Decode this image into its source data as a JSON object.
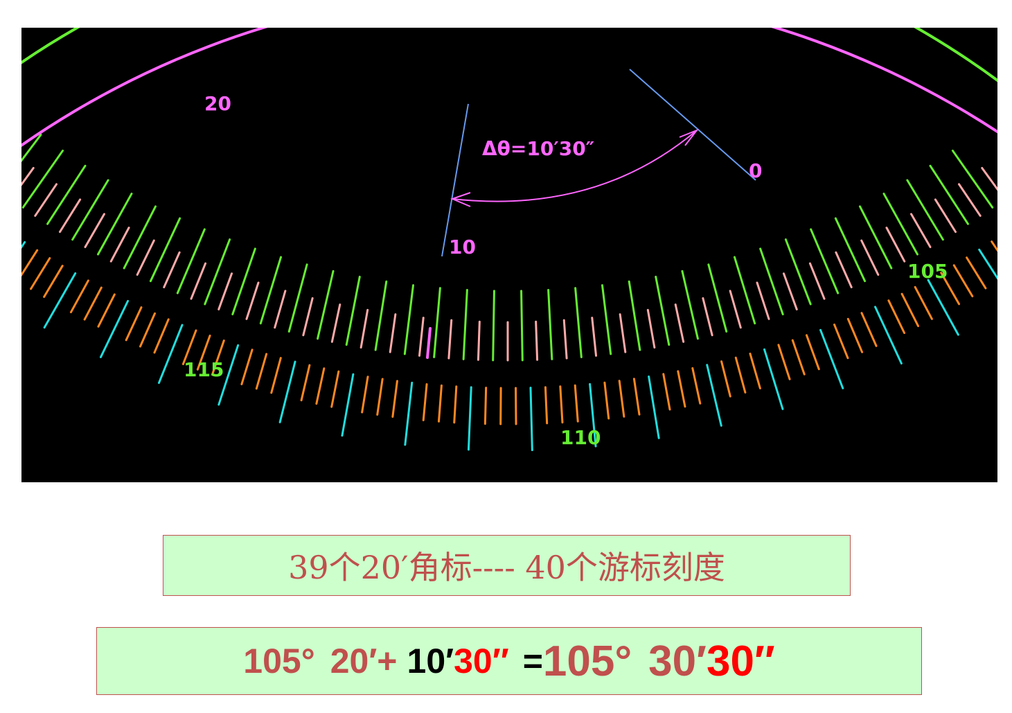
{
  "diagram": {
    "labels": {
      "main_20": "20",
      "main_105": "105",
      "main_110": "110",
      "main_115": "115",
      "vernier_0": "0",
      "vernier_10": "10",
      "delta": "Δθ=10′30″"
    },
    "colors": {
      "background": "#000000",
      "main_scale": "#66ee33",
      "main_half_ticks": "#ffaaaa",
      "vernier_scale": "#ff66ff",
      "vernier_long_ticks": "#22dddd",
      "vernier_short_ticks": "#ff8822",
      "reference_lines": "#6699ee",
      "annotation": "#ff66ff"
    }
  },
  "caption": {
    "text": "39个20′角标----  40个游标刻度"
  },
  "formula": {
    "part1": "105°",
    "part2": "20′+",
    "part3": "10′",
    "part4": "30′′",
    "part5": "=",
    "part6": "105°",
    "part7": "30′",
    "part8": "30′′"
  }
}
